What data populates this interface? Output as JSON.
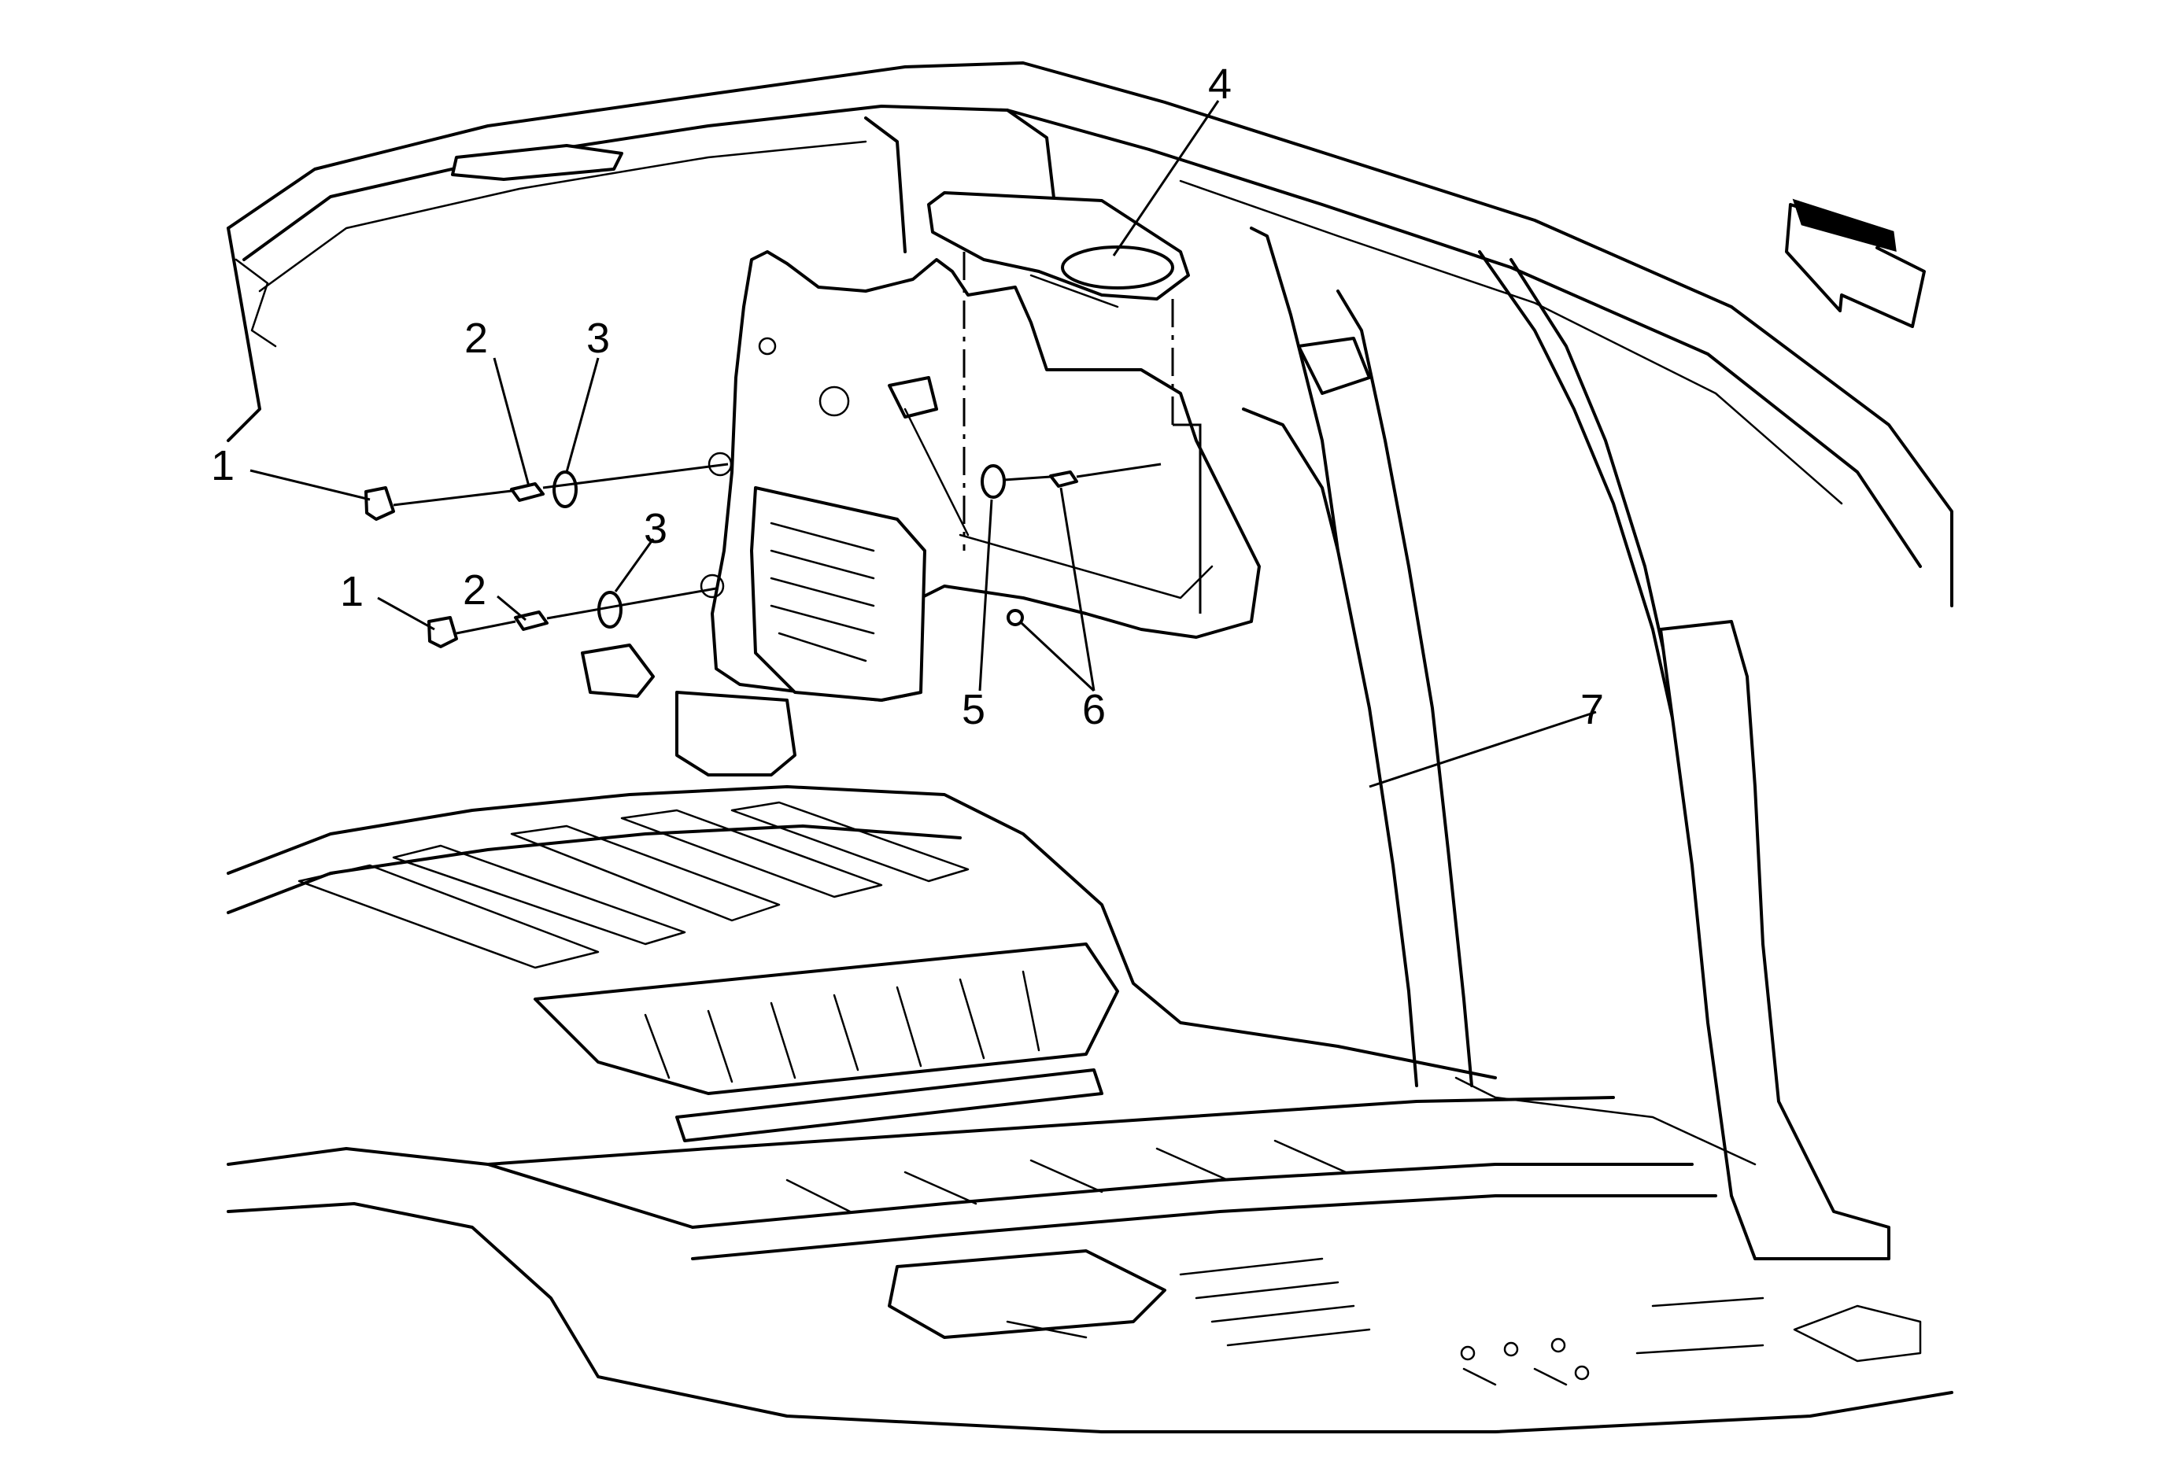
{
  "callouts": {
    "c1a": "1",
    "c1b": "1",
    "c2a": "2",
    "c2b": "2",
    "c3a": "3",
    "c3b": "3",
    "c4": "4",
    "c5": "5",
    "c6": "6",
    "c7": "7"
  },
  "icons": {
    "direction": "forward-direction-arrow-icon"
  },
  "colors": {
    "line": "#000000",
    "background": "#ffffff"
  }
}
